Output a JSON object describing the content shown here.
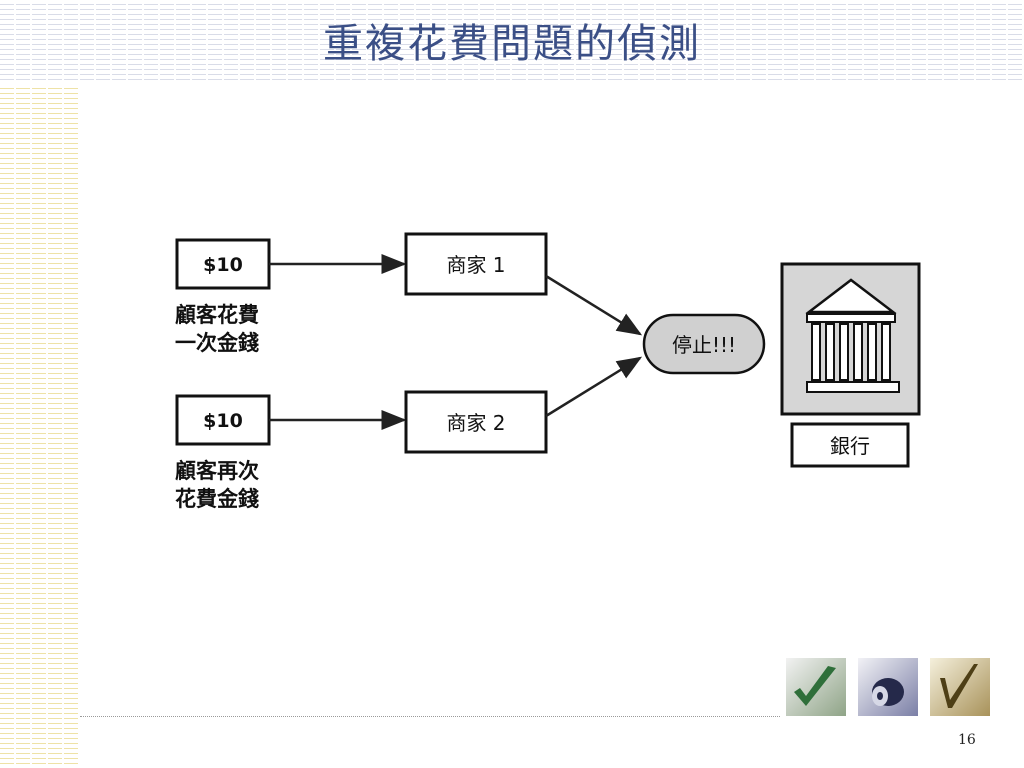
{
  "slide": {
    "title": "重複花費問題的偵測",
    "page_number": "16"
  },
  "diagram": {
    "payment1": {
      "amount": "$10",
      "caption_line1": "顧客花費",
      "caption_line2": "一次金錢"
    },
    "payment2": {
      "amount": "$10",
      "caption_line1": "顧客再次",
      "caption_line2": "花費金錢"
    },
    "merchant1": "商家 1",
    "merchant2": "商家 2",
    "stop": "停止!!!",
    "bank": "銀行"
  },
  "icons": [
    "check-mark-green-icon",
    "disc-purple-icon",
    "check-mark-gold-icon"
  ]
}
